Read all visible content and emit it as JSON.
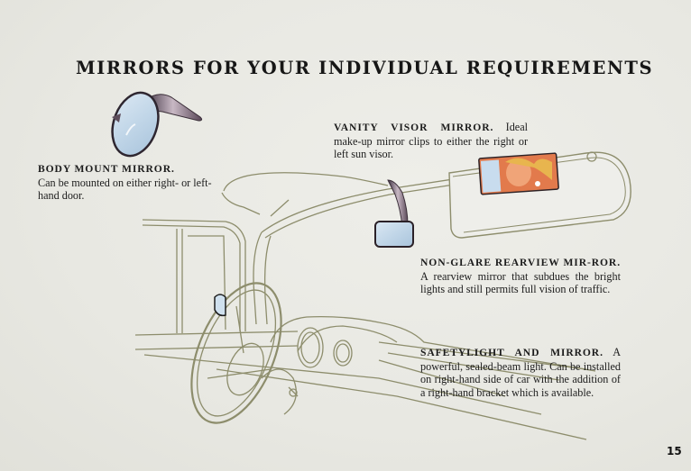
{
  "page": {
    "title": "MIRRORS FOR YOUR INDIVIDUAL REQUIREMENTS",
    "page_number": "15"
  },
  "captions": {
    "body_mount": {
      "heading": "BODY MOUNT MIRROR.",
      "text": "Can be mounted on either right- or left-hand door."
    },
    "vanity_visor": {
      "heading": "VANITY VISOR MIRROR.",
      "text": "Ideal make-up mirror clips to either the right or left sun visor."
    },
    "non_glare": {
      "heading": "NON-GLARE REARVIEW MIR-ROR.",
      "text": "A rearview mirror that subdues the bright lights and still permits full vision of traffic."
    },
    "safetylight": {
      "heading": "SAFETYLIGHT AND MIRROR.",
      "text": "A powerful, sealed-beam light. Can be installed on right-hand side of car with the addition of a right-hand bracket which is available."
    }
  },
  "illustrations": {
    "body_mount_mirror": "body-mount-mirror-illustration",
    "car_interior": "car-interior-line-drawing",
    "rearview_mirror": "rearview-mirror-illustration",
    "vanity_mirror": "vanity-visor-mirror-illustration"
  },
  "colors": {
    "paper": "#e9e9e3",
    "ink": "#1c1c1c",
    "line_art": "#8a8a6a",
    "mirror_glass": "#c6d9ea",
    "chrome": "#6b5a66"
  }
}
